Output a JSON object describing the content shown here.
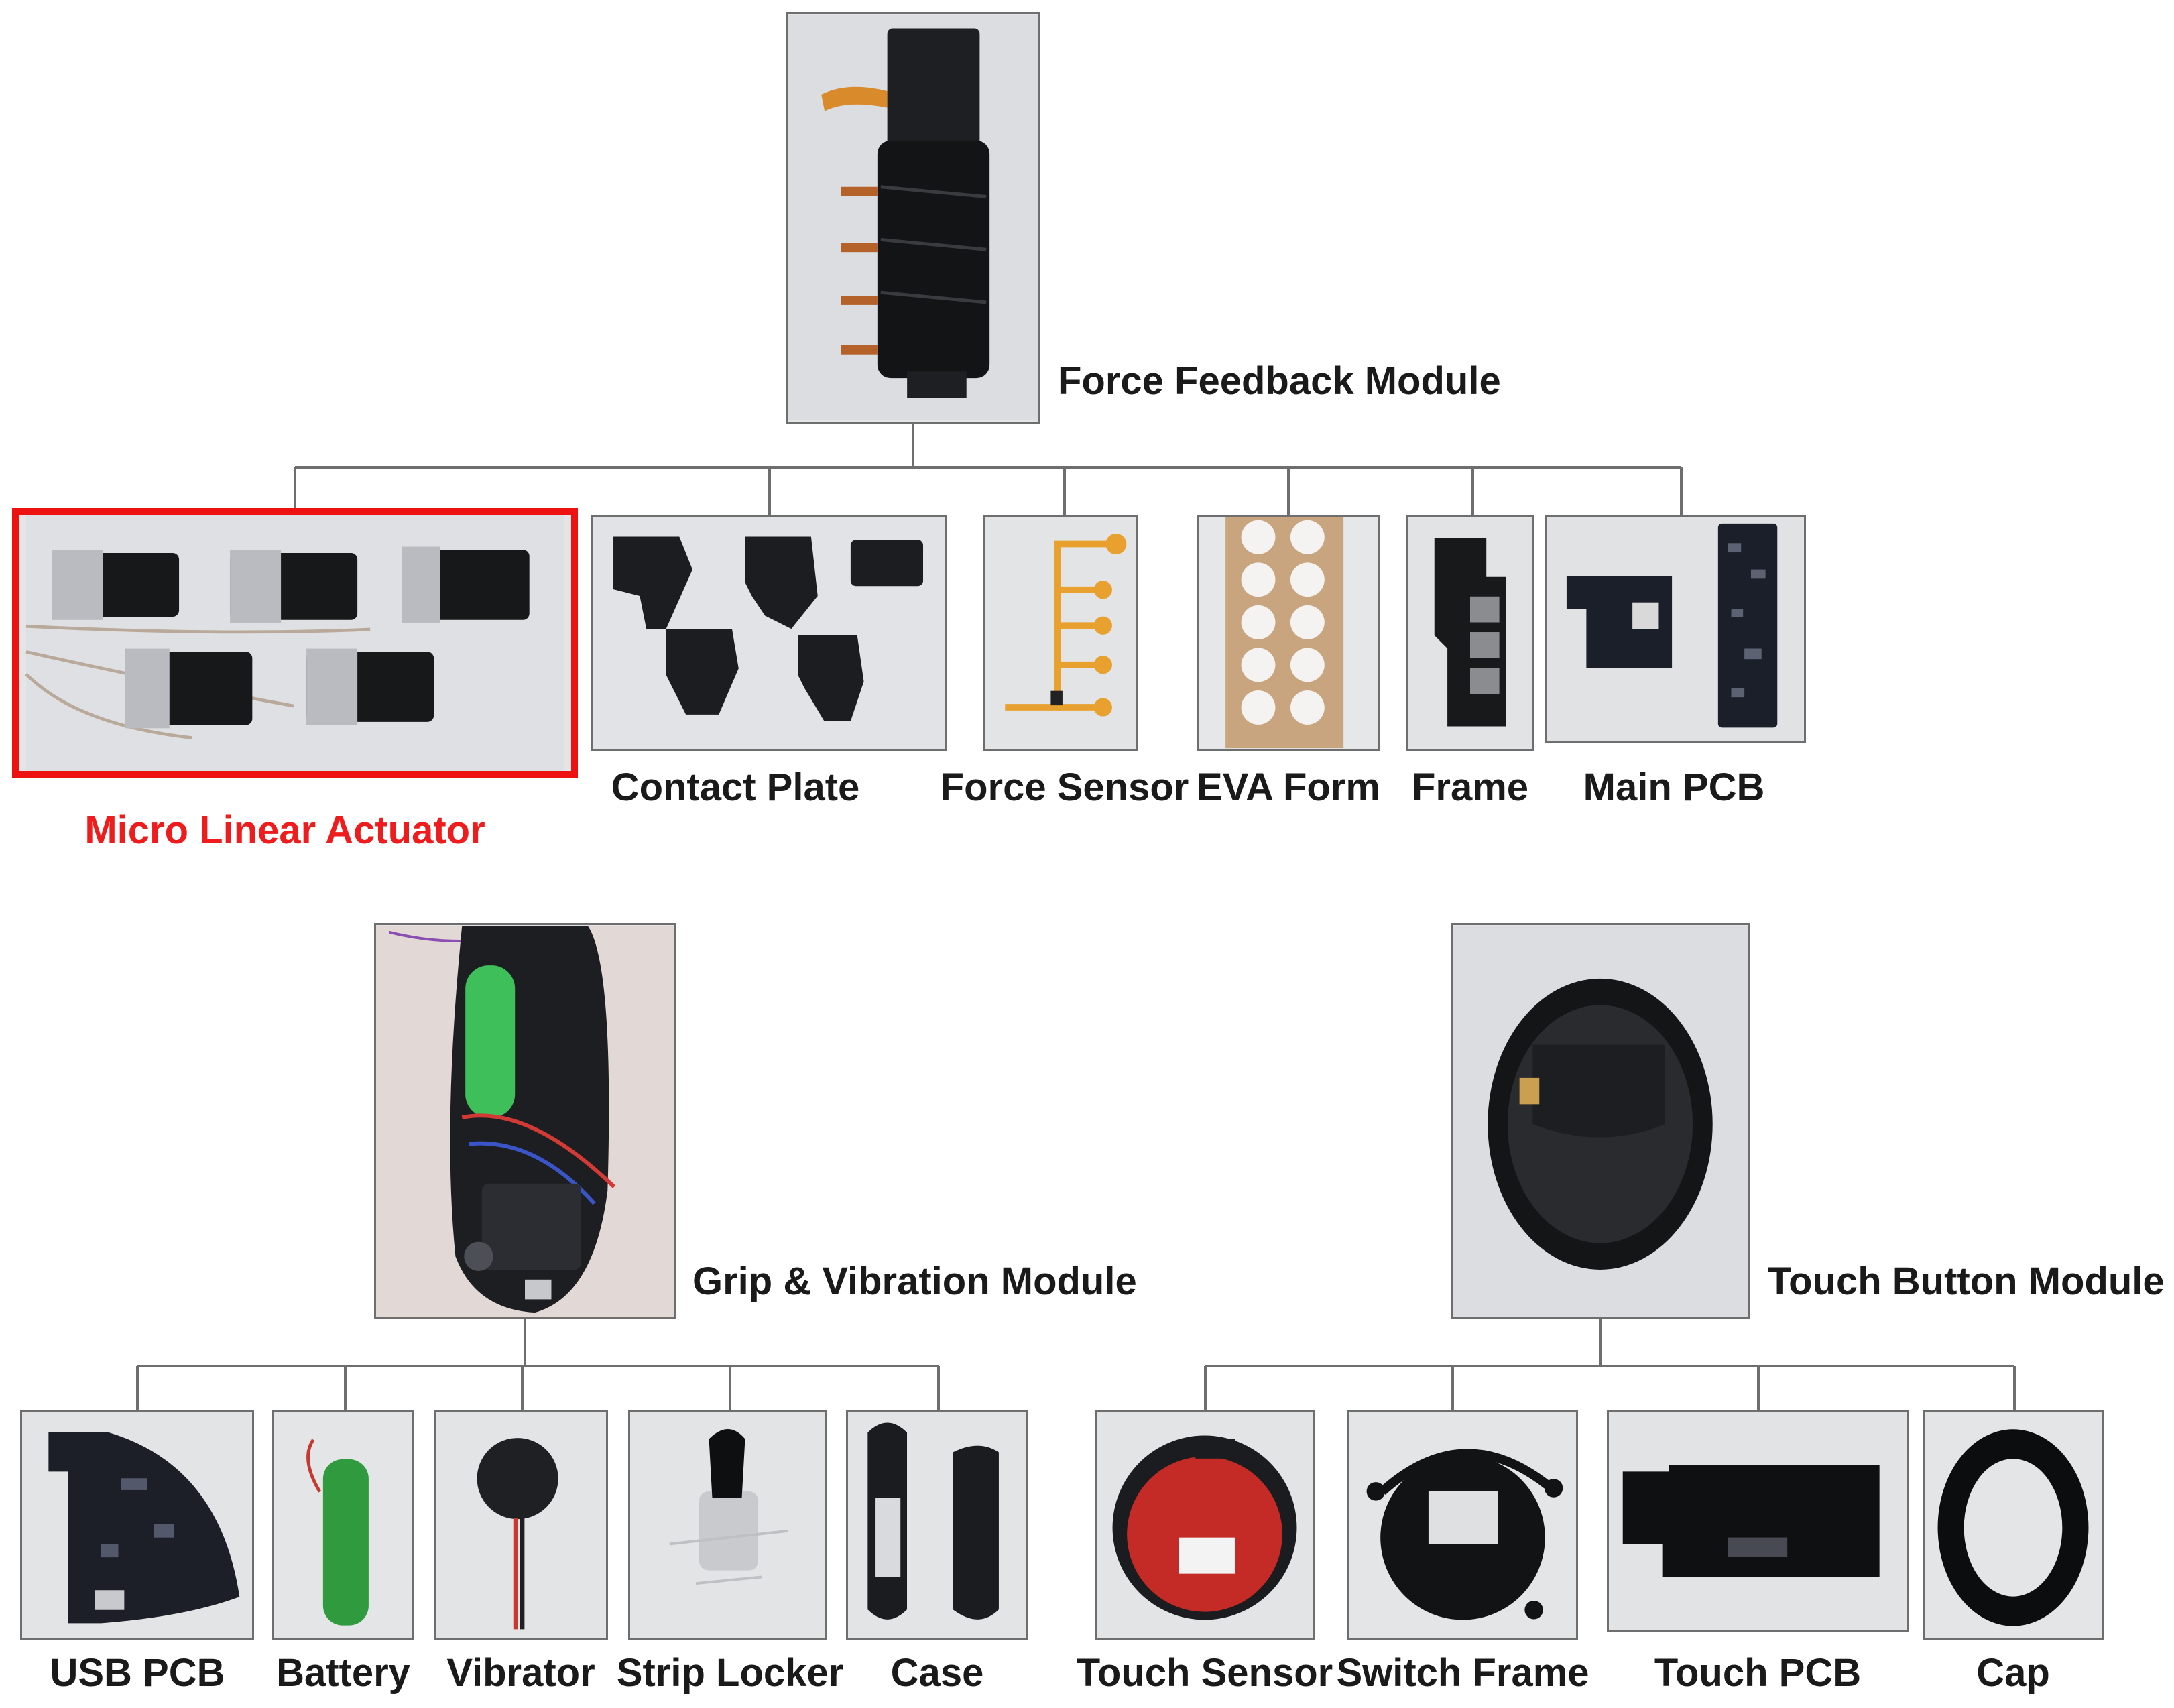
{
  "modules": [
    {
      "id": "force",
      "title": "Force Feedback Module",
      "parts": [
        "Micro Linear Actuator",
        "Contact Plate",
        "Force Sensor",
        "EVA Form",
        "Frame",
        "Main PCB"
      ],
      "highlighted_part": "Micro Linear Actuator"
    },
    {
      "id": "grip",
      "title": "Grip & Vibration Module",
      "parts": [
        "USB PCB",
        "Battery",
        "Vibrator",
        "Strip Locker",
        "Case"
      ]
    },
    {
      "id": "touch",
      "title": "Touch Button Module",
      "parts": [
        "Touch Sensor",
        "Switch Frame",
        "Touch PCB",
        "Cap"
      ]
    }
  ],
  "colors": {
    "highlight": "#ee1c1c",
    "connector": "#6e6e6e",
    "photo_background": "#e4e5e7",
    "label_text": "#1a1a1a"
  },
  "icons": {
    "force-feedback-module-photo": "stacked-actuator-assembly",
    "micro-linear-actuator-photo": "actuator-blocks",
    "contact-plate-photo": "plastic-plates",
    "force-sensor-photo": "flex-sensor-strip",
    "eva-form-photo": "foam-dot-sheet",
    "frame-photo": "black-frame",
    "main-pcb-photo": "circuit-boards",
    "grip-vibration-module-photo": "open-handle-with-battery",
    "touch-button-module-photo": "oval-button-housing",
    "usb-pcb-photo": "circuit-board",
    "battery-photo": "cylindrical-cell",
    "vibrator-photo": "coin-motor",
    "strip-locker-photo": "strap-clip",
    "case-photo": "handle-shells",
    "touch-sensor-photo": "round-red-pcb",
    "switch-frame-photo": "black-switch-frame",
    "touch-pcb-photo": "black-pcb",
    "cap-photo": "ring-cap"
  }
}
